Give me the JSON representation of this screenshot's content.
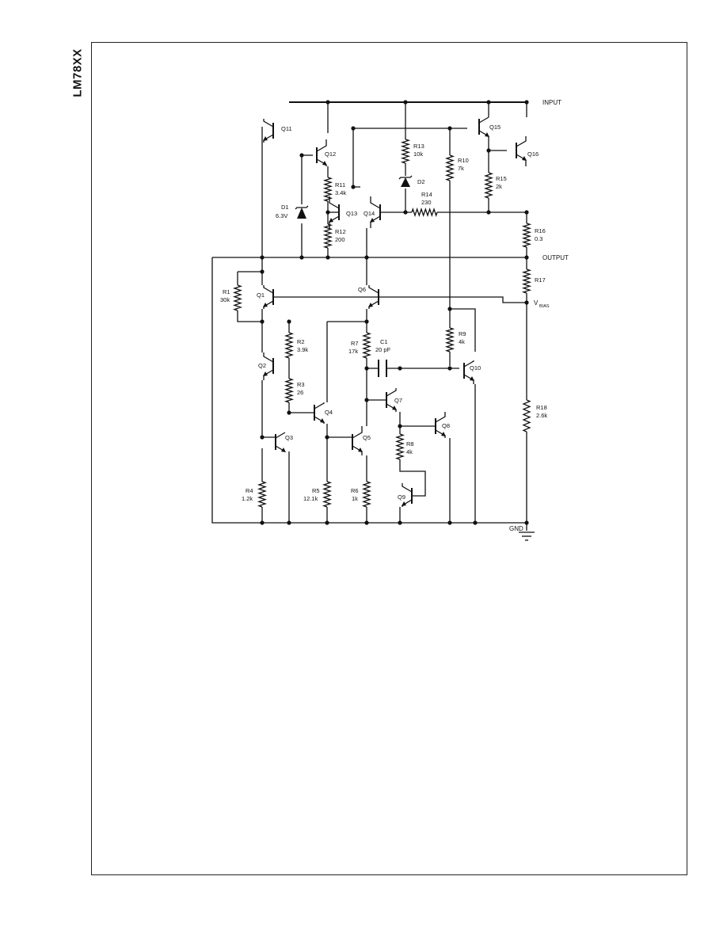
{
  "doc": {
    "side_title": "LM78XX"
  },
  "nets": {
    "input": "INPUT",
    "output": "OUTPUT",
    "vbias": "V",
    "vbias_sub": "BIAS",
    "gnd": "GND"
  },
  "components": {
    "r1": {
      "name": "R1",
      "value": "30k"
    },
    "r2": {
      "name": "R2",
      "value": "3.9k"
    },
    "r3": {
      "name": "R3",
      "value": "26"
    },
    "r4": {
      "name": "R4",
      "value": "1.2k"
    },
    "r5": {
      "name": "R5",
      "value": "12.1k"
    },
    "r6": {
      "name": "R6",
      "value": "1k"
    },
    "r7": {
      "name": "R7",
      "value": "17k"
    },
    "r8": {
      "name": "R8",
      "value": "4k"
    },
    "r9": {
      "name": "R9",
      "value": "4k"
    },
    "r10": {
      "name": "R10",
      "value": "7k"
    },
    "r11": {
      "name": "R11",
      "value": "3.4k"
    },
    "r12": {
      "name": "R12",
      "value": "200"
    },
    "r13": {
      "name": "R13",
      "value": "10k"
    },
    "r14": {
      "name": "R14",
      "value": "230"
    },
    "r15": {
      "name": "R15",
      "value": "2k"
    },
    "r16": {
      "name": "R16",
      "value": "0.3"
    },
    "r17": {
      "name": "R17",
      "value": ""
    },
    "r18": {
      "name": "R18",
      "value": "2.6k"
    },
    "c1": {
      "name": "C1",
      "value": "20 pF"
    },
    "d1": {
      "name": "D1",
      "value": "6.3V"
    },
    "d2": {
      "name": "D2"
    },
    "q1": {
      "name": "Q1"
    },
    "q2": {
      "name": "Q2"
    },
    "q3": {
      "name": "Q3"
    },
    "q4": {
      "name": "Q4"
    },
    "q5": {
      "name": "Q5"
    },
    "q6": {
      "name": "Q6"
    },
    "q7": {
      "name": "Q7"
    },
    "q8": {
      "name": "Q8"
    },
    "q9": {
      "name": "Q9"
    },
    "q10": {
      "name": "Q10"
    },
    "q11": {
      "name": "Q11"
    },
    "q12": {
      "name": "Q12"
    },
    "q13": {
      "name": "Q13"
    },
    "q14": {
      "name": "Q14"
    },
    "q15": {
      "name": "Q15"
    },
    "q16": {
      "name": "Q16"
    }
  }
}
